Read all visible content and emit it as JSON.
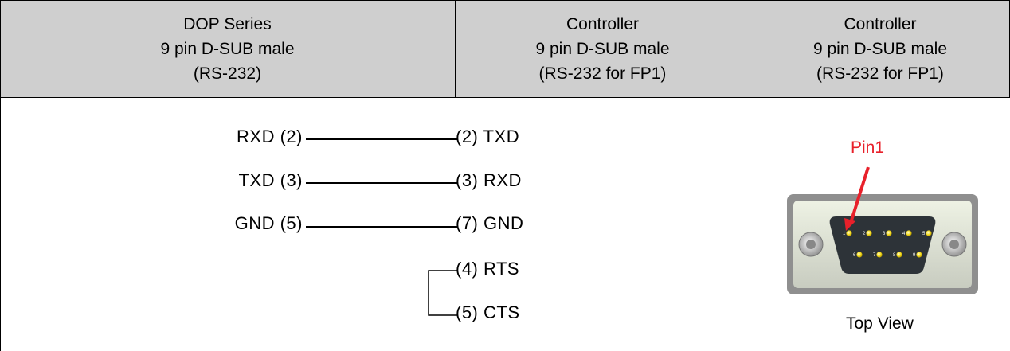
{
  "headers": [
    {
      "line1": "DOP Series",
      "line2": "9 pin D-SUB male",
      "line3": "(RS-232)"
    },
    {
      "line1": "Controller",
      "line2": "9 pin D-SUB male",
      "line3": "(RS-232 for FP1)"
    },
    {
      "line1": "Controller",
      "line2": "9 pin D-SUB male",
      "line3": "(RS-232 for FP1)"
    }
  ],
  "wiring": [
    {
      "left": "RXD (2)",
      "right": "(2) TXD"
    },
    {
      "left": "TXD (3)",
      "right": "(3) RXD"
    },
    {
      "left": "GND (5)",
      "right": "(7) GND"
    }
  ],
  "loopback": [
    {
      "right": "(4) RTS"
    },
    {
      "right": "(5) CTS"
    }
  ],
  "connector": {
    "pin_label": "Pin1",
    "view_label": "Top View",
    "pins_top": [
      "1",
      "2",
      "3",
      "4",
      "5"
    ],
    "pins_bottom": [
      "6",
      "7",
      "8",
      "9"
    ],
    "pin_label_color": "#e8202a"
  }
}
